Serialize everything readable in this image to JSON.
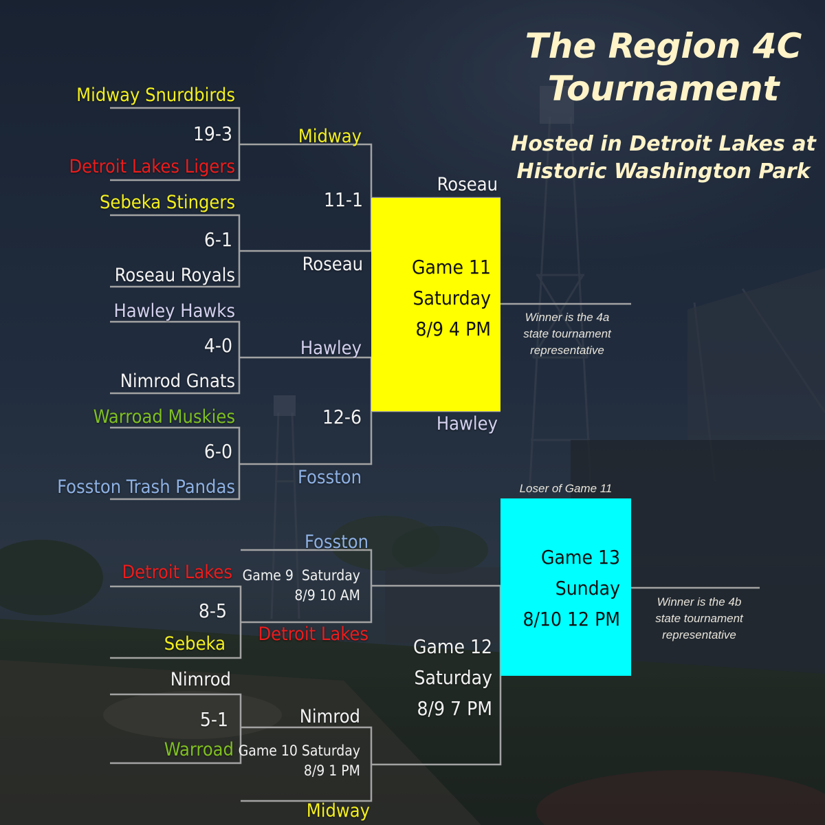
{
  "title": {
    "line1": "The Region 4C",
    "line2": "Tournament",
    "sub1": "Hosted in Detroit Lakes at",
    "sub2": "Historic Washington Park"
  },
  "colors": {
    "yellow": "#f4f01e",
    "red": "#ed1c1c",
    "white": "#f4f4f4",
    "lavender": "#d4d1ef",
    "green": "#7fc021",
    "blue": "#8eb1e4",
    "game11_box": "#ffff00",
    "game13_box": "#00ffff"
  },
  "round1": {
    "teams": [
      "Midway Snurdbirds",
      "Detroit Lakes Ligers",
      "Sebeka Stingers",
      "Roseau Royals",
      "Hawley Hawks",
      "Nimrod Gnats",
      "Warroad Muskies",
      "Fosston Trash Pandas"
    ],
    "scores": [
      "19-3",
      "6-1",
      "4-0",
      "6-0"
    ]
  },
  "round2": {
    "winners": [
      "Midway",
      "Roseau",
      "Hawley",
      "Fosston"
    ],
    "scores": [
      "11-1",
      "12-6"
    ]
  },
  "game11": {
    "top_team": "Roseau",
    "bottom_team": "Hawley",
    "line1": "Game 11",
    "line2": "Saturday",
    "line3": "8/9 4 PM",
    "note": [
      "Winner is the 4a",
      "state tournament",
      "representative"
    ]
  },
  "loser_bracket": {
    "teams": [
      "Detroit Lakes",
      "Sebeka",
      "Nimrod",
      "Warroad"
    ],
    "score1": "8-5",
    "score2": "5-1",
    "game9": {
      "top_team": "Fosston",
      "line1": "Game 9  Saturday",
      "line2": "8/9 10 AM",
      "winner": "Detroit Lakes"
    },
    "game10": {
      "top_team": "Nimrod",
      "line1": "Game 10 Saturday",
      "line2": "8/9 1 PM",
      "bottom_team": "Midway"
    },
    "game12": {
      "line1": "Game 12",
      "line2": "Saturday",
      "line3": "8/9 7 PM"
    }
  },
  "game13": {
    "label_above": "Loser of Game 11",
    "line1": "Game 13",
    "line2": "Sunday",
    "line3": "8/10 12 PM",
    "note": [
      "Winner is the 4b",
      "state tournament",
      "representative"
    ]
  }
}
